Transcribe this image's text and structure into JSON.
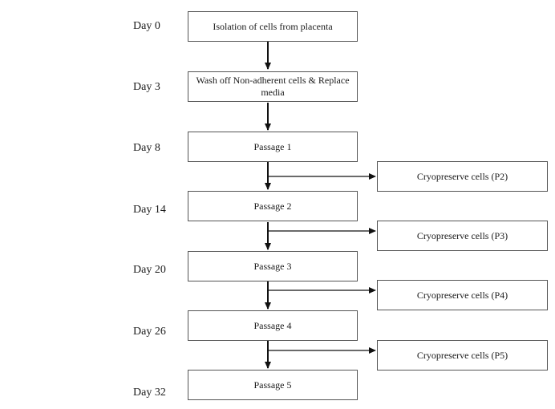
{
  "days": [
    "Day 0",
    "Day 3",
    "Day 8",
    "Day 14",
    "Day 20",
    "Day 26",
    "Day 32"
  ],
  "steps": [
    "Isolation of cells from placenta",
    "Wash off Non-adherent cells & Replace media",
    "Passage 1",
    "Passage 2",
    "Passage 3",
    "Passage 4",
    "Passage 5"
  ],
  "cryo": [
    "Cryopreserve cells (P2)",
    "Cryopreserve cells (P3)",
    "Cryopreserve cells (P4)",
    "Cryopreserve cells (P5)"
  ],
  "colors": {
    "line": "#111111",
    "border": "#555555"
  }
}
